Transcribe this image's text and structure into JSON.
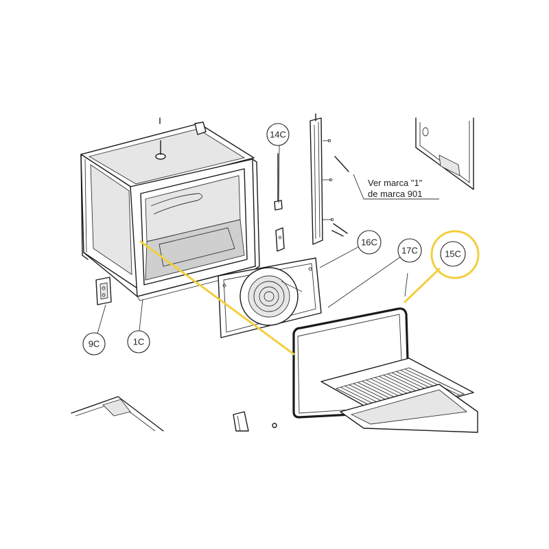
{
  "callouts": {
    "c14": "14C",
    "c16": "16C",
    "c17": "17C",
    "c15": "15C",
    "c9": "9C",
    "c1": "1C"
  },
  "note": {
    "line1": "Ver marca \"1\"",
    "line2": "de marca 901"
  },
  "colors": {
    "highlight": "#f2cf3c",
    "line": "#1a1a1a",
    "background": "#ffffff"
  }
}
